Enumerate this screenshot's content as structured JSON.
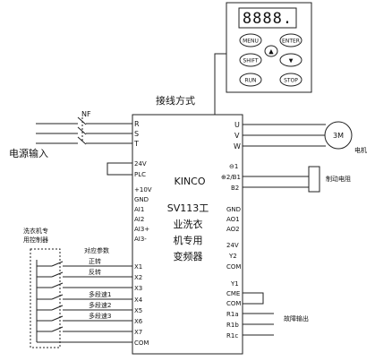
{
  "title": "接线方式",
  "keypad": {
    "display": "8888.",
    "keys": [
      "MENU",
      "ENTER",
      "SHIFT",
      "▲",
      "▼",
      "RUN",
      "STOP"
    ]
  },
  "inverter": {
    "brand": "KINCO",
    "model_lines": [
      "SV113工",
      "业洗衣",
      "机专用",
      "变频器"
    ]
  },
  "power": {
    "label": "电源输入",
    "breaker": "NF",
    "terminals": [
      "R",
      "S",
      "T"
    ]
  },
  "motor": {
    "terminals": [
      "U",
      "V",
      "W"
    ],
    "symbol": "3M",
    "label": "电机"
  },
  "brake": {
    "terminals": [
      "⊖1",
      "⊕2/B1",
      "B2"
    ],
    "label": "制动电阻"
  },
  "left_terminals": {
    "upper": [
      "24V",
      "PLC",
      "+10V",
      "GND",
      "AI1",
      "AI2",
      "AI3+",
      "AI3-"
    ],
    "inputs": [
      "X1",
      "X2",
      "X3",
      "X4",
      "X5",
      "X6",
      "X7",
      "COM"
    ]
  },
  "right_terminals": {
    "analog": [
      "GND",
      "AO1",
      "AO2",
      "24V",
      "Y2",
      "COM"
    ],
    "relay": [
      "Y1",
      "CME",
      "COM",
      "R1a",
      "R1b",
      "R1c"
    ]
  },
  "controller": {
    "label_line1": "洗衣机专",
    "label_line2": "用控制器",
    "params_label": "对应参数",
    "functions": [
      "正转",
      "反转",
      "",
      "多段速1",
      "多段速2",
      "多段速3",
      ""
    ]
  },
  "fault": {
    "label": "故障输出"
  }
}
